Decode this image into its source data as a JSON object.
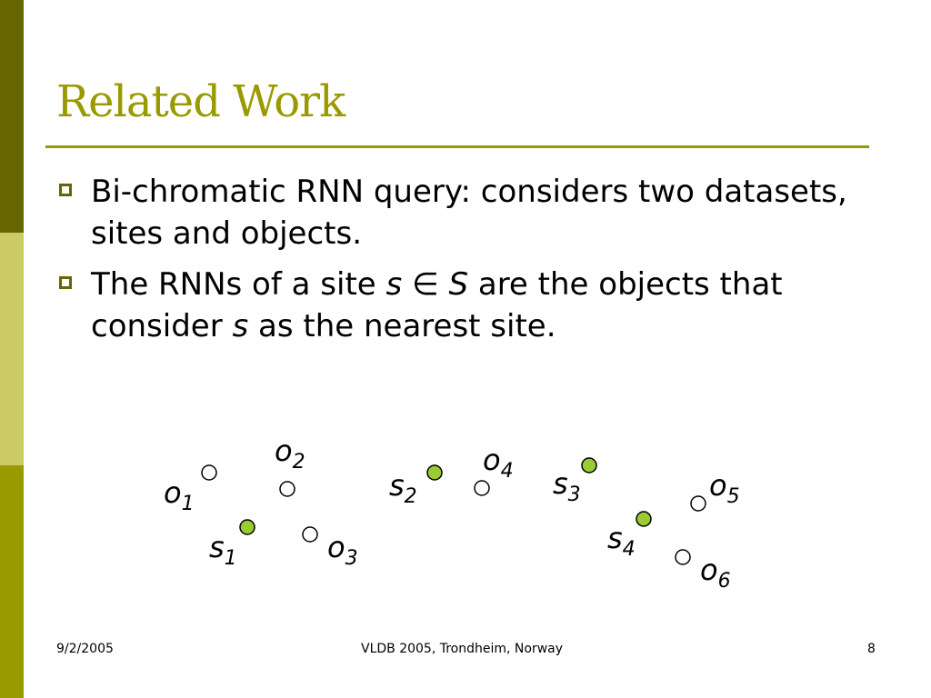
{
  "slide": {
    "title": "Related Work",
    "bullets": [
      {
        "text": "Bi-chromatic RNN query: considers two datasets, sites and objects."
      },
      {
        "part1": "The RNNs of a site ",
        "var_s": "s",
        "elem_symbol": "∈",
        "var_S": "S",
        "part2": " are the objects that consider ",
        "var_s2": "s",
        "part3": " as the nearest site."
      }
    ]
  },
  "diagram": {
    "site_color": "#99cc33",
    "object_color": "#ffffff",
    "points": [
      {
        "kind": "object",
        "base": "o",
        "sub": "1"
      },
      {
        "kind": "object",
        "base": "o",
        "sub": "2"
      },
      {
        "kind": "site",
        "base": "s",
        "sub": "1"
      },
      {
        "kind": "object",
        "base": "o",
        "sub": "3"
      },
      {
        "kind": "site",
        "base": "s",
        "sub": "2"
      },
      {
        "kind": "object",
        "base": "o",
        "sub": "4"
      },
      {
        "kind": "site",
        "base": "s",
        "sub": "3"
      },
      {
        "kind": "object",
        "base": "o",
        "sub": "5"
      },
      {
        "kind": "site",
        "base": "s",
        "sub": "4"
      },
      {
        "kind": "object",
        "base": "o",
        "sub": "6"
      }
    ]
  },
  "footer": {
    "date": "9/2/2005",
    "conference": "VLDB 2005, Trondheim, Norway",
    "page": "8"
  },
  "theme": {
    "title_color": "#999900",
    "sidebar_colors": [
      "#666600",
      "#cccc66",
      "#999900"
    ]
  }
}
